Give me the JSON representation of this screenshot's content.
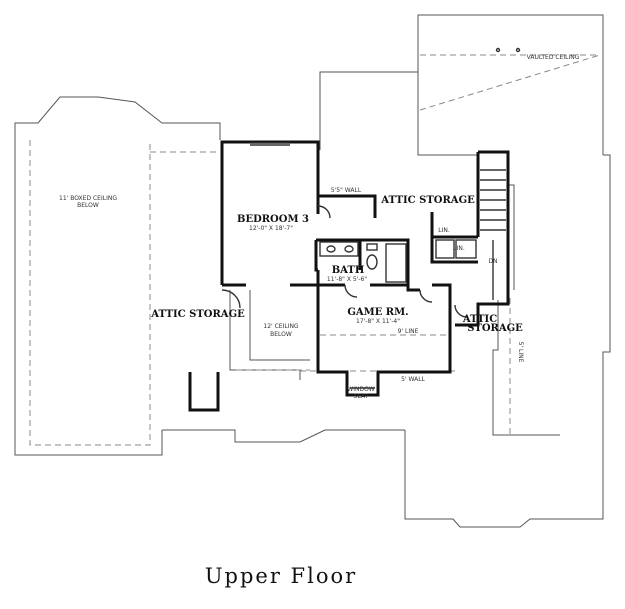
{
  "plan": {
    "caption": "Upper Floor",
    "rooms": {
      "bedroom3": {
        "name": "BEDROOM 3",
        "dims": "12'-0\" X 18'-7\""
      },
      "bath": {
        "name": "BATH",
        "dims": "11'-8\" X 5'-6\""
      },
      "game_room": {
        "name": "GAME RM.",
        "dims": "17'-8\" X 11'-4\""
      }
    },
    "attic_storage_label": "ATTIC STORAGE",
    "notes": {
      "boxed_ceiling_1": "11' BOXED CEILING",
      "boxed_ceiling_2": "BELOW",
      "ceiling_below_1": "12' CEILING",
      "ceiling_below_2": "BELOW",
      "vaulted_ceiling": "VAULTED CEILING",
      "wall_5_5": "5'5\" WALL",
      "line_9": "9' LINE",
      "wall_5": "5' WALL",
      "line_5": "5' LINE",
      "window": "WINDOW",
      "seat": "SEAT",
      "lin_1": "LIN.",
      "lin_2": "LIN.",
      "dn": "DN"
    }
  }
}
